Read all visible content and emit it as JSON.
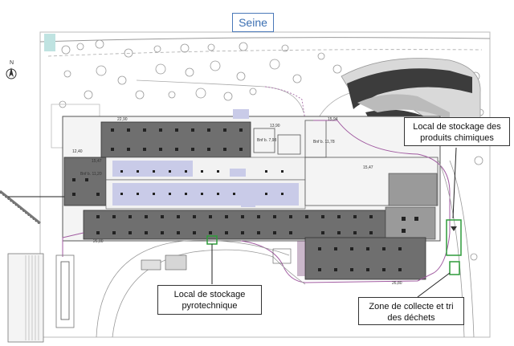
{
  "river_label": "Seine",
  "north_label": "N",
  "callouts": {
    "chemicals": {
      "line1": "Local de stockage des",
      "line2": "produits chimiques"
    },
    "pyro": {
      "line1": "Local de stockage",
      "line2": "pyrotechnique"
    },
    "waste": {
      "line1": "Zone de collecte et tri",
      "line2": "des déchets"
    }
  },
  "level_labels": {
    "l1": "22,90",
    "l2": "12,40",
    "l3": "15,47",
    "l4": "15,47",
    "l5": "13,90",
    "l6": "15,94",
    "l7": "26,80",
    "l8": "26,80",
    "l9": "Bnf b. 11,20",
    "l10": "Bnf b. 11,78",
    "l11": "Bnf b. 7,98"
  },
  "colors": {
    "building_fill": "#6f6f6f",
    "building_dark": "#4a4a4a",
    "hall_fill": "#9a9a9a",
    "highlight_blue": "#c9cbe8",
    "road_line": "#9a9a9a",
    "service_route": "#a05aa0",
    "marker_green": "#2e9b3a",
    "river_text": "#3b6fb2",
    "arena_dark": "#3c3c3c"
  }
}
